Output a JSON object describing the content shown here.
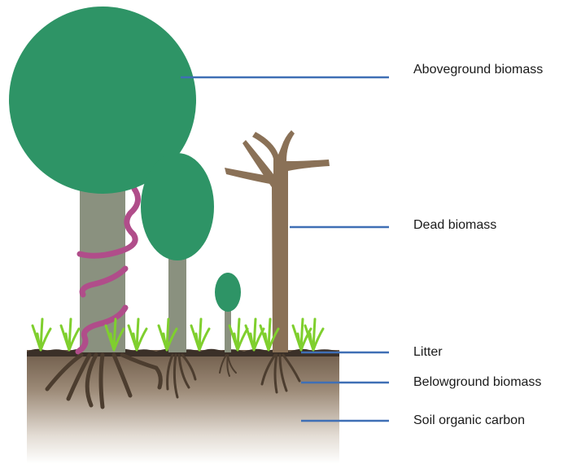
{
  "labels": {
    "aboveground": "Aboveground biomass",
    "dead": "Dead biomass",
    "litter": "Litter",
    "belowground": "Belowground biomass",
    "soil": "Soil organic carbon"
  },
  "colors": {
    "canopy": "#2e9466",
    "trunk": "#8a917f",
    "dead_wood": "#8a7157",
    "vine": "#b04d8a",
    "grass": "#7fcf2e",
    "soil_top": "#6e5b49",
    "roots": "#4c3d2f",
    "pointer_line": "#3f6fb5"
  }
}
